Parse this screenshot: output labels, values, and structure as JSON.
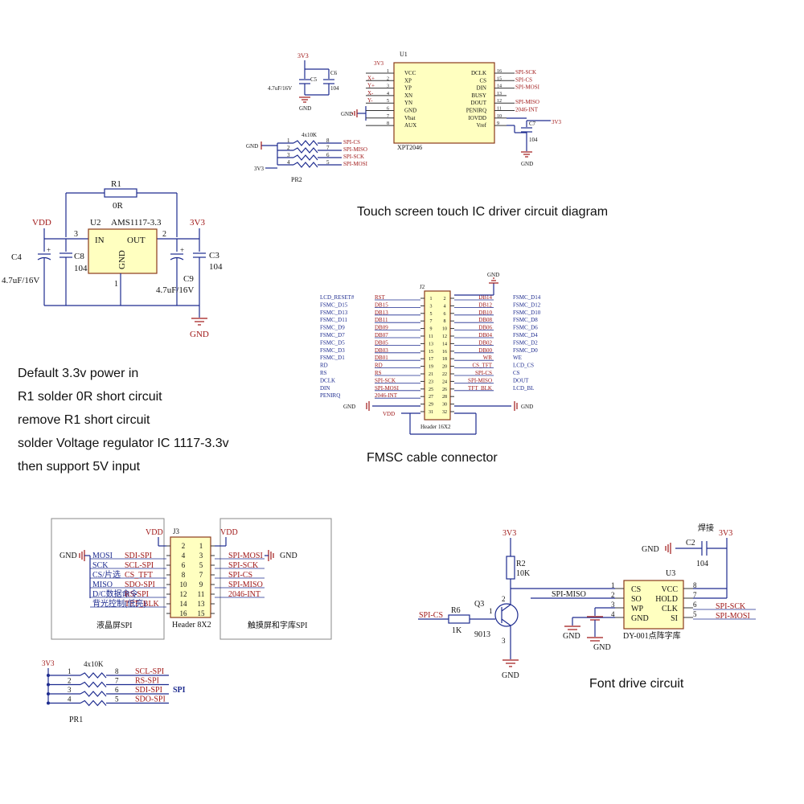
{
  "captions": {
    "touch": "Touch screen touch IC driver circuit diagram",
    "fmsc": "FMSC cable connector",
    "font": "Font drive circuit"
  },
  "notes": [
    "Default 3.3v power in",
    "R1 solder 0R short circuit",
    "remove R1 short circuit",
    "solder Voltage regulator IC 1117-3.3v",
    "then support 5V input"
  ],
  "touch": {
    "chip_ref": "U1",
    "chip_name": "XPT2046",
    "left_pins": [
      {
        "num": "1",
        "name": "VCC",
        "net": ""
      },
      {
        "num": "2",
        "name": "XP",
        "net": "X+"
      },
      {
        "num": "3",
        "name": "YP",
        "net": "Y+"
      },
      {
        "num": "4",
        "name": "XN",
        "net": "X-"
      },
      {
        "num": "5",
        "name": "YN",
        "net": "Y-"
      },
      {
        "num": "6",
        "name": "GND",
        "net": ""
      },
      {
        "num": "7",
        "name": "Vbat",
        "net": ""
      },
      {
        "num": "8",
        "name": "AUX",
        "net": ""
      }
    ],
    "right_pins": [
      {
        "num": "16",
        "name": "DCLK",
        "net": "SPI-SCK"
      },
      {
        "num": "15",
        "name": "CS",
        "net": "SPI-CS"
      },
      {
        "num": "14",
        "name": "DIN",
        "net": "SPI-MOSI"
      },
      {
        "num": "13",
        "name": "BUSY",
        "net": ""
      },
      {
        "num": "12",
        "name": "DOUT",
        "net": "SPI-MISO"
      },
      {
        "num": "11",
        "name": "PENIRQ",
        "net": "2046-INT"
      },
      {
        "num": "10",
        "name": "IOVDD",
        "net": ""
      },
      {
        "num": "9",
        "name": "Vref",
        "net": ""
      }
    ],
    "vcc": "3V3",
    "gnd": "GND",
    "c5": "C5",
    "c5_val": "4.7uF/16V",
    "c6": "C6",
    "c6_val": "104",
    "c7": "C7",
    "c7_val": "104",
    "pr2": "PR2",
    "pr2_val": "4x10K",
    "pr2_rows": [
      {
        "l": "1",
        "r": "8",
        "net": "SPI-CS"
      },
      {
        "l": "2",
        "r": "7",
        "net": "SPI-MISO"
      },
      {
        "l": "3",
        "r": "6",
        "net": "SPI-SCK"
      },
      {
        "l": "4",
        "r": "5",
        "net": "SPI-MOSI"
      }
    ]
  },
  "reg": {
    "r1": "R1",
    "r1_val": "0R",
    "u2": "U2",
    "u2_name": "AMS1117-3.3",
    "in": "IN",
    "out": "OUT",
    "gnd_pin": "GND",
    "pin3": "3",
    "pin2": "2",
    "pin1": "1",
    "vdd": "VDD",
    "v33": "3V3",
    "gnd": "GND",
    "c4": "C4",
    "c4_val": "4.7uF/16V",
    "c8": "C8",
    "c8_val": "104",
    "c9": "C9",
    "c9_val": "4.7uF/16V",
    "c3": "C3",
    "c3_val": "104"
  },
  "fmsc": {
    "ref": "J2",
    "name": "Header 16X2",
    "rows": [
      {
        "outer_l": "LCD_RESET#",
        "inner_l": "RST",
        "odd": "1",
        "even": "2",
        "inner_r": "DB14",
        "outer_r": "FSMC_D14"
      },
      {
        "outer_l": "FSMC_D15",
        "inner_l": "DB15",
        "odd": "3",
        "even": "4",
        "inner_r": "DB12",
        "outer_r": "FSMC_D12"
      },
      {
        "outer_l": "FSMC_D13",
        "inner_l": "DB13",
        "odd": "5",
        "even": "6",
        "inner_r": "DB10",
        "outer_r": "FSMC_D10"
      },
      {
        "outer_l": "FSMC_D11",
        "inner_l": "DB11",
        "odd": "7",
        "even": "8",
        "inner_r": "DB08",
        "outer_r": "FSMC_D8"
      },
      {
        "outer_l": "FSMC_D9",
        "inner_l": "DB09",
        "odd": "9",
        "even": "10",
        "inner_r": "DB06",
        "outer_r": "FSMC_D6"
      },
      {
        "outer_l": "FSMC_D7",
        "inner_l": "DB07",
        "odd": "11",
        "even": "12",
        "inner_r": "DB04",
        "outer_r": "FSMC_D4"
      },
      {
        "outer_l": "FSMC_D5",
        "inner_l": "DB05",
        "odd": "13",
        "even": "14",
        "inner_r": "DB02",
        "outer_r": "FSMC_D2"
      },
      {
        "outer_l": "FSMC_D3",
        "inner_l": "DB03",
        "odd": "15",
        "even": "16",
        "inner_r": "DB00",
        "outer_r": "FSMC_D0"
      },
      {
        "outer_l": "FSMC_D1",
        "inner_l": "DB01",
        "odd": "17",
        "even": "18",
        "inner_r": "WR",
        "outer_r": "WE"
      },
      {
        "outer_l": "RD",
        "inner_l": "RD",
        "odd": "19",
        "even": "20",
        "inner_r": "CS_TFT",
        "outer_r": "LCD_CS"
      },
      {
        "outer_l": "RS",
        "inner_l": "RS",
        "odd": "21",
        "even": "22",
        "inner_r": "SPI-CS",
        "outer_r": "CS"
      },
      {
        "outer_l": "DCLK",
        "inner_l": "SPI-SCK",
        "odd": "23",
        "even": "24",
        "inner_r": "SPI-MISO",
        "outer_r": "DOUT"
      },
      {
        "outer_l": "DIN",
        "inner_l": "SPI-MOSI",
        "odd": "25",
        "even": "26",
        "inner_r": "TFT_BLK",
        "outer_r": "LCD_BL"
      },
      {
        "outer_l": "PENIRQ",
        "inner_l": "2046-INT",
        "odd": "27",
        "even": "28",
        "inner_r": "",
        "outer_r": ""
      },
      {
        "outer_l": "",
        "inner_l": "",
        "odd": "29",
        "even": "30",
        "inner_r": "",
        "outer_r": ""
      },
      {
        "outer_l": "",
        "inner_l": "",
        "odd": "31",
        "even": "32",
        "inner_r": "",
        "outer_r": ""
      }
    ],
    "gnd": "GND",
    "vdd": "VDD"
  },
  "j3": {
    "ref": "J3",
    "name": "Header 8X2",
    "rows": [
      {
        "left_net": "",
        "left_sig": "",
        "odd": "2",
        "even": "1",
        "right_net": ""
      },
      {
        "left_net": "MOSI",
        "left_sig": "SDI-SPI",
        "odd": "4",
        "even": "3",
        "right_net": "SPI-MOSI"
      },
      {
        "left_net": "SCK",
        "left_sig": "SCL-SPI",
        "odd": "6",
        "even": "5",
        "right_net": "SPI-SCK"
      },
      {
        "left_net": "CS/片选",
        "left_sig": "CS_TFT",
        "odd": "8",
        "even": "7",
        "right_net": "SPI-CS"
      },
      {
        "left_net": "MISO",
        "left_sig": "SDO-SPI",
        "odd": "10",
        "even": "9",
        "right_net": "SPI-MISO"
      },
      {
        "left_net": "D/C数据命令",
        "left_sig": "RS-SPI",
        "odd": "12",
        "even": "11",
        "right_net": "2046-INT"
      },
      {
        "left_net": "背光控制(低亮)",
        "left_sig": "TFT_BLK",
        "odd": "14",
        "even": "13",
        "right_net": ""
      },
      {
        "left_net": "",
        "left_sig": "",
        "odd": "16",
        "even": "15",
        "right_net": ""
      }
    ],
    "vdd": "VDD",
    "gnd": "GND",
    "lcd_label": "液晶屏SPI",
    "touch_label": "触摸屏和字库SPI",
    "pr1": "PR1",
    "pr1_val": "4x10K",
    "v33": "3V3",
    "spi": "SPI",
    "pr1_rows": [
      {
        "l": "1",
        "r": "8",
        "net": "SCL-SPI"
      },
      {
        "l": "2",
        "r": "7",
        "net": "RS-SPI"
      },
      {
        "l": "3",
        "r": "6",
        "net": "SDI-SPI"
      },
      {
        "l": "4",
        "r": "5",
        "net": "SDO-SPI"
      }
    ]
  },
  "font": {
    "v33": "3V3",
    "gnd": "GND",
    "r2": "R2",
    "r2_val": "10K",
    "r6": "R6",
    "r6_val": "1K",
    "q3": "Q3",
    "q3_val": "9013",
    "spi_cs": "SPI-CS",
    "spi_miso": "SPI-MISO",
    "c2": "C2",
    "c2_val": "104",
    "c2_note": "焊接",
    "u3": "U3",
    "u3_name": "DY-001点阵字库",
    "left_pins": [
      {
        "num": "1",
        "name": "CS"
      },
      {
        "num": "2",
        "name": "SO"
      },
      {
        "num": "3",
        "name": "WP"
      },
      {
        "num": "4",
        "name": "GND"
      }
    ],
    "right_pins": [
      {
        "num": "8",
        "name": "VCC",
        "net": ""
      },
      {
        "num": "7",
        "name": "HOLD",
        "net": ""
      },
      {
        "num": "6",
        "name": "CLK",
        "net": "SPI-SCK"
      },
      {
        "num": "5",
        "name": "SI",
        "net": "SPI-MOSI"
      }
    ],
    "q_pin1": "1",
    "q_pin2": "2",
    "q_pin3": "3"
  }
}
